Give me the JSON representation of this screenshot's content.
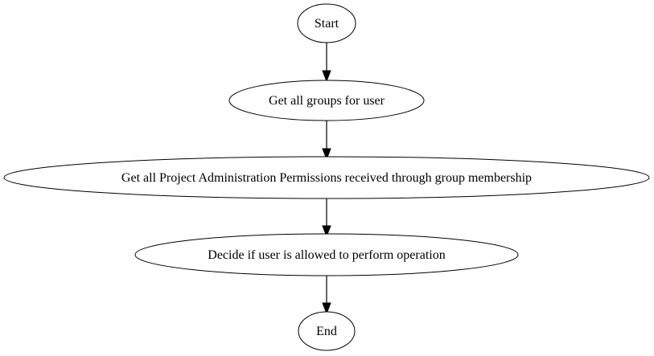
{
  "diagram": {
    "type": "flowchart",
    "direction": "top-to-bottom",
    "nodes": [
      {
        "id": "start",
        "label": "Start",
        "shape": "ellipse"
      },
      {
        "id": "get-groups",
        "label": "Get all groups for user",
        "shape": "ellipse"
      },
      {
        "id": "get-permissions",
        "label": "Get all Project Administration Permissions received through group membership",
        "shape": "ellipse"
      },
      {
        "id": "decide",
        "label": "Decide if user is allowed to perform operation",
        "shape": "ellipse"
      },
      {
        "id": "end",
        "label": "End",
        "shape": "ellipse"
      }
    ],
    "edges": [
      {
        "from": "start",
        "to": "get-groups"
      },
      {
        "from": "get-groups",
        "to": "get-permissions"
      },
      {
        "from": "get-permissions",
        "to": "decide"
      },
      {
        "from": "decide",
        "to": "end"
      }
    ],
    "colors": {
      "stroke": "#000000",
      "fill": "#ffffff",
      "text": "#000000"
    }
  }
}
